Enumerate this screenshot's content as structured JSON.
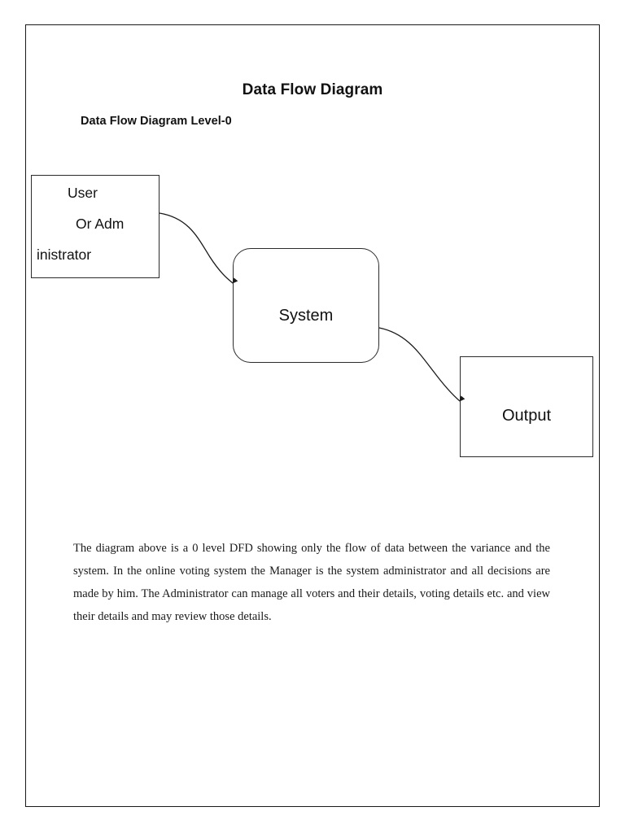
{
  "document": {
    "title": "Data Flow Diagram",
    "subtitle": "Data Flow Diagram Level-0"
  },
  "diagram": {
    "type": "data-flow-diagram",
    "level": "0",
    "nodes": [
      {
        "id": "user",
        "shape": "rectangle",
        "label_lines": [
          "User",
          "Or Adm",
          "inistrator"
        ],
        "full_label": "User Or Administrator"
      },
      {
        "id": "system",
        "shape": "rounded-rectangle",
        "label": "System"
      },
      {
        "id": "output",
        "shape": "rectangle",
        "label": "Output"
      }
    ],
    "edges": [
      {
        "from": "user",
        "to": "system",
        "style": "curved-arrow"
      },
      {
        "from": "system",
        "to": "output",
        "style": "curved-arrow"
      }
    ]
  },
  "description": {
    "paragraph": "The diagram above is a 0 level DFD showing only the flow of data between the variance and the system. In the online voting system the Manager is the system administrator and all decisions are made by him. The Administrator can manage all voters and their details, voting details etc. and view their details and may review those details."
  },
  "colors": {
    "ink": "#111111",
    "stroke": "#2b2b2b",
    "frame": "#1a1a1a",
    "page": "#ffffff"
  }
}
